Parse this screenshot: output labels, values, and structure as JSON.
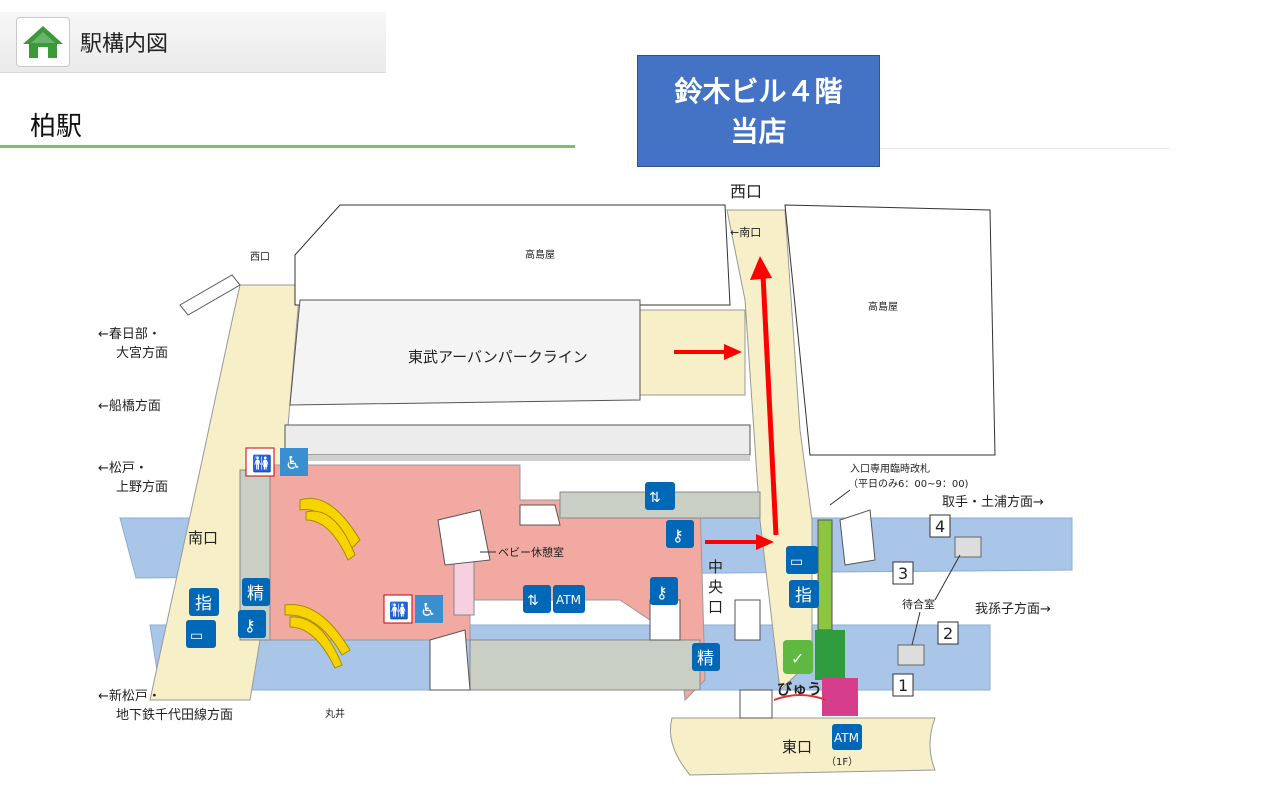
{
  "header": {
    "title": "駅構内図",
    "home_icon": "home-icon"
  },
  "station_name": "柏駅",
  "store_callout": {
    "line1": "鈴木ビル４階",
    "line2": "当店",
    "color": "#4472c4"
  },
  "labels": {
    "west_exit_top": "西口",
    "west_exit_small": "西口",
    "south_arrow": "←南口",
    "takashimaya_left": "高島屋",
    "takashimaya_right": "高島屋",
    "tobu_line": "東武アーバンパークライン",
    "dir_kasukabe_1": "←春日部・",
    "dir_kasukabe_2": "大宮方面",
    "dir_funabashi": "←船橋方面",
    "dir_matsudo_1": "←松戸・",
    "dir_matsudo_2": "上野方面",
    "south_exit": "南口",
    "baby_room": "ベビー休憩室",
    "central_exit_1": "中",
    "central_exit_2": "央",
    "central_exit_3": "口",
    "temp_gate_1": "入口専用臨時改札",
    "temp_gate_2": "（平日のみ6：00~9：00)",
    "dir_toride": "取手・土浦方面→",
    "dir_abiko": "我孫子方面→",
    "waiting_room": "待合室",
    "dir_shinmatsudo_1": "←新松戸・",
    "dir_shinmatsudo_2": "地下鉄千代田線方面",
    "marui": "丸井",
    "east_exit": "東口",
    "atm": "ATM",
    "atm_floor": "（1F）",
    "reserved_1": "指",
    "reserved_2": "指",
    "fare_adj_1": "精",
    "fare_adj_2": "精",
    "view_logo": "びゅう",
    "platform_1": "1",
    "platform_2": "2",
    "platform_3": "3",
    "platform_4": "4"
  },
  "colors": {
    "concourse": "#f2a9a1",
    "track": "#a9c6e8",
    "passage": "#f7efc7",
    "route_arrow": "#ff0000",
    "icon_blue": "#0068b7",
    "ticket_green": "#8cc63f",
    "shop_green": "#2f9d3e",
    "shop_magenta": "#d63e8c"
  }
}
